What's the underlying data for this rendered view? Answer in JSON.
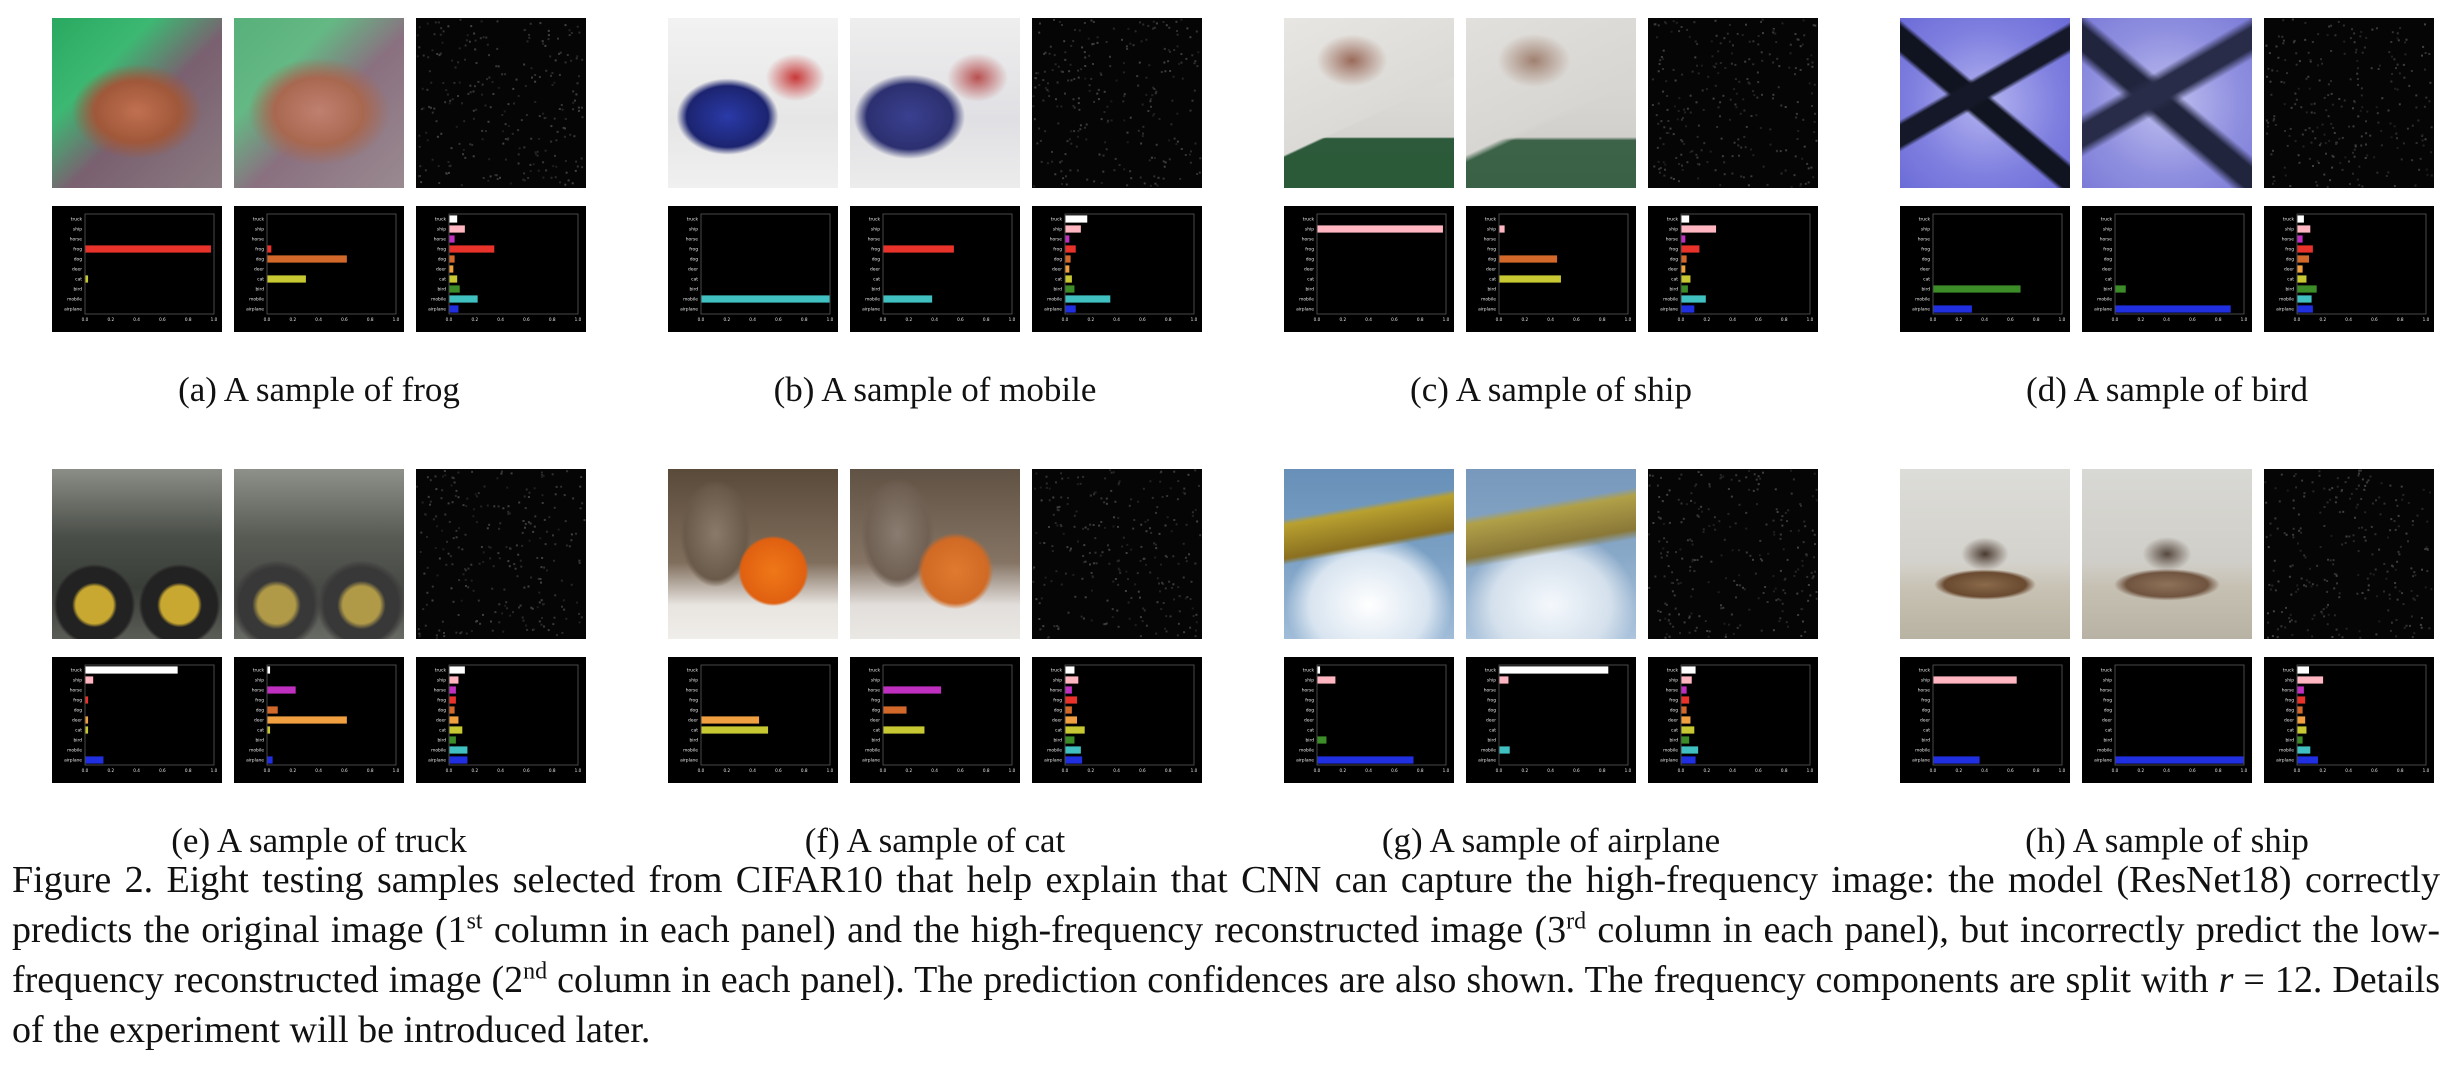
{
  "class_labels": [
    "truck",
    "ship",
    "horse",
    "frog",
    "dog",
    "deer",
    "cat",
    "bird",
    "mobile",
    "airplane"
  ],
  "tick_labels": [
    "0.0",
    "0.2",
    "0.4",
    "0.6",
    "0.8",
    "1.0"
  ],
  "bar_colors": [
    "#ffffff",
    "#ffb6c1",
    "#c030c0",
    "#e8322a",
    "#d2692a",
    "#f0a040",
    "#c8c832",
    "#3c8c28",
    "#40c0c0",
    "#2030e0"
  ],
  "colors": {
    "background": "#ffffff",
    "chart_background": "#000000",
    "text": "#111111"
  },
  "panels": [
    {
      "caption": "(a) A sample of frog",
      "image_kind": "frog",
      "charts": [
        {
          "values": [
            0.0,
            0.0,
            0.0,
            0.98,
            0.0,
            0.0,
            0.02,
            0.0,
            0.0,
            0.0
          ]
        },
        {
          "values": [
            0.0,
            0.0,
            0.0,
            0.03,
            0.62,
            0.0,
            0.3,
            0.0,
            0.0,
            0.0
          ]
        },
        {
          "values": [
            0.06,
            0.12,
            0.04,
            0.35,
            0.04,
            0.03,
            0.06,
            0.08,
            0.22,
            0.07
          ]
        }
      ]
    },
    {
      "caption": "(b) A sample of mobile",
      "image_kind": "mobile",
      "charts": [
        {
          "values": [
            0.0,
            0.0,
            0.0,
            0.0,
            0.0,
            0.0,
            0.0,
            0.0,
            1.0,
            0.0
          ]
        },
        {
          "values": [
            0.0,
            0.0,
            0.0,
            0.55,
            0.0,
            0.0,
            0.0,
            0.0,
            0.38,
            0.0
          ]
        },
        {
          "values": [
            0.17,
            0.12,
            0.03,
            0.08,
            0.04,
            0.03,
            0.05,
            0.07,
            0.35,
            0.08
          ]
        }
      ]
    },
    {
      "caption": "(c) A sample of ship",
      "image_kind": "ship",
      "charts": [
        {
          "values": [
            0.0,
            0.98,
            0.0,
            0.0,
            0.0,
            0.0,
            0.0,
            0.0,
            0.0,
            0.0
          ]
        },
        {
          "values": [
            0.0,
            0.04,
            0.0,
            0.0,
            0.45,
            0.0,
            0.48,
            0.0,
            0.0,
            0.0
          ]
        },
        {
          "values": [
            0.06,
            0.27,
            0.03,
            0.14,
            0.04,
            0.03,
            0.07,
            0.05,
            0.19,
            0.1
          ]
        }
      ]
    },
    {
      "caption": "(d) A sample of bird",
      "image_kind": "bird",
      "charts": [
        {
          "values": [
            0.0,
            0.0,
            0.0,
            0.0,
            0.0,
            0.0,
            0.0,
            0.68,
            0.0,
            0.3
          ]
        },
        {
          "values": [
            0.0,
            0.0,
            0.0,
            0.0,
            0.0,
            0.0,
            0.0,
            0.08,
            0.0,
            0.9
          ]
        },
        {
          "values": [
            0.05,
            0.1,
            0.04,
            0.12,
            0.09,
            0.04,
            0.07,
            0.15,
            0.11,
            0.12
          ]
        }
      ]
    },
    {
      "caption": "(e) A sample of truck",
      "image_kind": "truck",
      "charts": [
        {
          "values": [
            0.72,
            0.06,
            0.0,
            0.02,
            0.0,
            0.02,
            0.02,
            0.0,
            0.0,
            0.14
          ]
        },
        {
          "values": [
            0.02,
            0.0,
            0.22,
            0.0,
            0.08,
            0.62,
            0.02,
            0.0,
            0.0,
            0.04
          ]
        },
        {
          "values": [
            0.12,
            0.07,
            0.05,
            0.05,
            0.04,
            0.07,
            0.1,
            0.05,
            0.14,
            0.14
          ]
        }
      ]
    },
    {
      "caption": "(f) A sample of cat",
      "image_kind": "cat",
      "charts": [
        {
          "values": [
            0.0,
            0.0,
            0.0,
            0.0,
            0.0,
            0.45,
            0.52,
            0.0,
            0.0,
            0.0
          ]
        },
        {
          "values": [
            0.0,
            0.0,
            0.45,
            0.0,
            0.18,
            0.0,
            0.32,
            0.0,
            0.0,
            0.0
          ]
        },
        {
          "values": [
            0.07,
            0.1,
            0.05,
            0.09,
            0.05,
            0.09,
            0.15,
            0.07,
            0.12,
            0.13
          ]
        }
      ]
    },
    {
      "caption": "(g) A sample of airplane",
      "image_kind": "airplane",
      "charts": [
        {
          "values": [
            0.02,
            0.14,
            0.0,
            0.0,
            0.0,
            0.0,
            0.0,
            0.07,
            0.0,
            0.75
          ]
        },
        {
          "values": [
            0.85,
            0.07,
            0.0,
            0.0,
            0.0,
            0.0,
            0.0,
            0.0,
            0.08,
            0.0
          ]
        },
        {
          "values": [
            0.11,
            0.08,
            0.04,
            0.06,
            0.04,
            0.07,
            0.1,
            0.06,
            0.13,
            0.11
          ]
        }
      ]
    },
    {
      "caption": "(h) A sample of ship",
      "image_kind": "ship2",
      "charts": [
        {
          "values": [
            0.0,
            0.65,
            0.0,
            0.0,
            0.0,
            0.0,
            0.0,
            0.0,
            0.0,
            0.36
          ]
        },
        {
          "values": [
            0.0,
            0.0,
            0.0,
            0.0,
            0.0,
            0.0,
            0.0,
            0.0,
            0.0,
            1.0
          ]
        },
        {
          "values": [
            0.09,
            0.2,
            0.05,
            0.06,
            0.04,
            0.06,
            0.07,
            0.04,
            0.1,
            0.16
          ]
        }
      ]
    }
  ],
  "figure_caption": {
    "line1_a": "Figure 2. Eight testing samples selected from CIFAR10 that help explain that CNN can capture the high-frequency image: the model (ResNet18) correctly predicts the original image (1",
    "sup_1": "st",
    "line1_b": " column in each panel) and the high-frequency reconstructed image (3",
    "sup_3": "rd",
    "line1_c": " column in each panel), but incorrectly predict the low-frequency reconstructed image (2",
    "sup_2": "nd",
    "line1_d": " column in each panel). The prediction confidences are also shown. The frequency components are split with ",
    "math_var": "r",
    "math_rest": " = 12",
    "line1_e": ". Details of the experiment will be introduced later."
  }
}
